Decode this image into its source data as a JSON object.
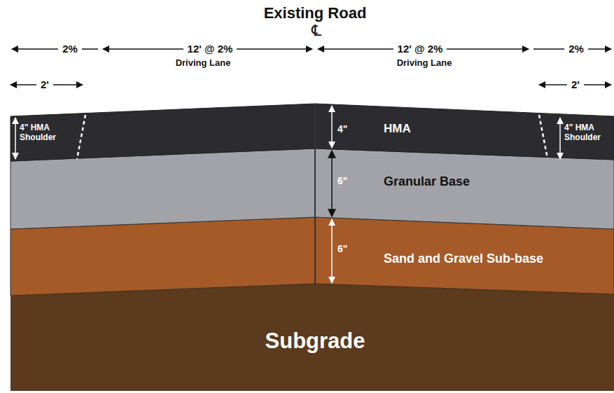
{
  "diagram": {
    "title": "Existing Road",
    "nodes": [
      {
        "text": [
          "HMA"
        ]
      },
      {
        "text": [
          "Granular Base"
        ]
      },
      {
        "text": [
          "Sand and Gravel Sub-base"
        ]
      },
      {
        "text": [
          "Subgrade"
        ]
      }
    ],
    "labels": [
      "℄",
      "2%",
      "12' @ 2%",
      "12' @ 2%",
      "2%",
      "Driving Lane",
      "Driving Lane",
      "2'",
      "2'",
      "4\" HMA Shoulder",
      "4\" HMA Shoulder",
      "4\"",
      "6\"",
      "6\""
    ]
  }
}
